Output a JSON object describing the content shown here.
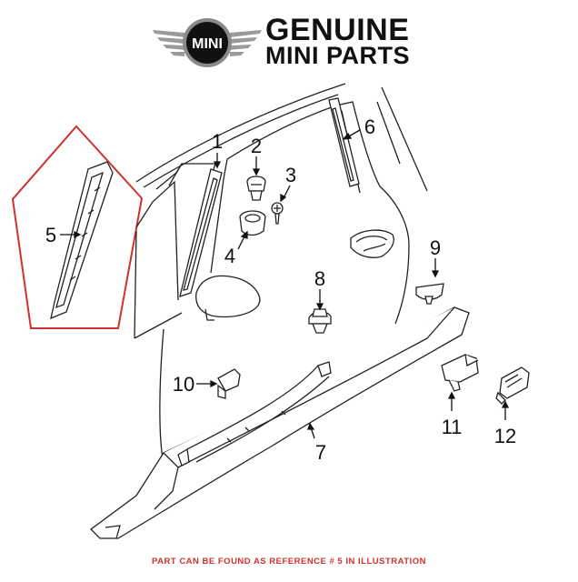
{
  "header": {
    "logo_text": "MINI",
    "brand_line_1": "GENUINE",
    "brand_line_2": "MINI PARTS"
  },
  "callouts": [
    {
      "id": "callout-1",
      "number": "1"
    },
    {
      "id": "callout-2",
      "number": "2"
    },
    {
      "id": "callout-3",
      "number": "3"
    },
    {
      "id": "callout-4",
      "number": "4"
    },
    {
      "id": "callout-5",
      "number": "5"
    },
    {
      "id": "callout-6",
      "number": "6"
    },
    {
      "id": "callout-7",
      "number": "7"
    },
    {
      "id": "callout-8",
      "number": "8"
    },
    {
      "id": "callout-9",
      "number": "9"
    },
    {
      "id": "callout-10",
      "number": "10"
    },
    {
      "id": "callout-11",
      "number": "11"
    },
    {
      "id": "callout-12",
      "number": "12"
    }
  ],
  "highlight": {
    "part_number": "5",
    "outline_color": "#d0312d"
  },
  "footer": {
    "note": "PART CAN BE FOUND AS REFERENCE # 5 IN ILLUSTRATION"
  }
}
